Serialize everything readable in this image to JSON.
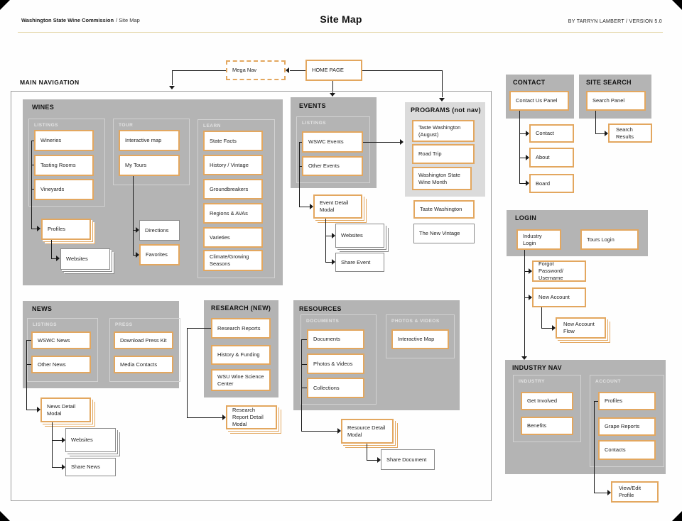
{
  "header": {
    "brand": "Washington State Wine Commission",
    "page": "/ Site Map",
    "title": "Site Map",
    "credit": "BY TARRYN LAMBERT  /  VERSION 5.0"
  },
  "flow": {
    "mega_nav": "Mega Nav",
    "home_page": "HOME PAGE",
    "main_nav_label": "MAIN NAVIGATION"
  },
  "wines": {
    "title": "WINES",
    "listings": {
      "label": "LISTINGS",
      "items": [
        "Wineries",
        "Tasting Rooms",
        "Vineyards"
      ]
    },
    "tour": {
      "label": "TOUR",
      "items": [
        "Interactive map",
        "My Tours"
      ]
    },
    "learn": {
      "label": "LEARN",
      "items": [
        "State Facts",
        "History / Vintage",
        "Groundbreakers",
        "Regions & AVAs",
        "Varieties",
        "Climate/Growing Seasons"
      ]
    },
    "profiles": "Profiles",
    "websites": "Websites",
    "directions": "Directions",
    "favorites": "Favorites"
  },
  "events": {
    "title": "EVENTS",
    "listings": {
      "label": "LISTINGS",
      "items": [
        "WSWC Events",
        "Other Events"
      ]
    },
    "detail_modal": "Event Detail Modal",
    "websites": "Websites",
    "share_event": "Share Event"
  },
  "programs": {
    "title": "PROGRAMS (not nav)",
    "items": [
      "Taste Washington (August)",
      "Road Trip",
      "Washington State Wine Month"
    ],
    "taste_washington": "Taste Washington",
    "new_vintage": "The New Vintage"
  },
  "news": {
    "title": "NEWS",
    "listings": {
      "label": "LISTINGS",
      "items": [
        "WSWC News",
        "Other News"
      ]
    },
    "press": {
      "label": "PRESS",
      "items": [
        "Download Press Kit",
        "Media Contacts"
      ]
    },
    "detail_modal": "News Detail Modal",
    "websites": "Websites",
    "share_news": "Share News"
  },
  "research": {
    "title": "RESEARCH (NEW)",
    "items": [
      "Research Reports",
      "History & Funding",
      "WSU Wine Science Center"
    ],
    "detail_modal": "Research Report Detail Modal"
  },
  "resources": {
    "title": "RESOURCES",
    "documents": {
      "label": "DOCUMENTS",
      "items": [
        "Documents",
        "Photos & Videos",
        "Collections"
      ]
    },
    "photos": {
      "label": "PHOTOS & VIDEOS",
      "items": [
        "Interactive Map"
      ]
    },
    "detail_modal": "Resource Detail Modal",
    "share_document": "Share Document"
  },
  "contact": {
    "title": "CONTACT",
    "panel": "Contact Us Panel",
    "items": [
      "Contact",
      "About",
      "Board"
    ]
  },
  "search": {
    "title": "SITE SEARCH",
    "panel": "Search Panel",
    "results": "Search Results"
  },
  "login": {
    "title": "LOGIN",
    "industry": "Industry Login",
    "tours": "Tours Login",
    "forgot": "Forgot Password/ Username",
    "new_account": "New Account",
    "new_account_flow": "New Account Flow"
  },
  "industry_nav": {
    "title": "INDUSTRY NAV",
    "industry": {
      "label": "INDUSTRY",
      "items": [
        "Get Involved",
        "Benefits"
      ]
    },
    "account": {
      "label": "ACCOUNT",
      "items": [
        "Profiles",
        "Grape Reports",
        "Contacts"
      ]
    },
    "view_edit": "View/Edit Profile"
  },
  "colors": {
    "accent": "#E3A75F",
    "panel_gray": "#B4B4B4",
    "programs_gray": "#DBDBDB",
    "line": "#1A1A1A",
    "header_rule": "#E4D5A5",
    "corner_mark": "#000000"
  }
}
